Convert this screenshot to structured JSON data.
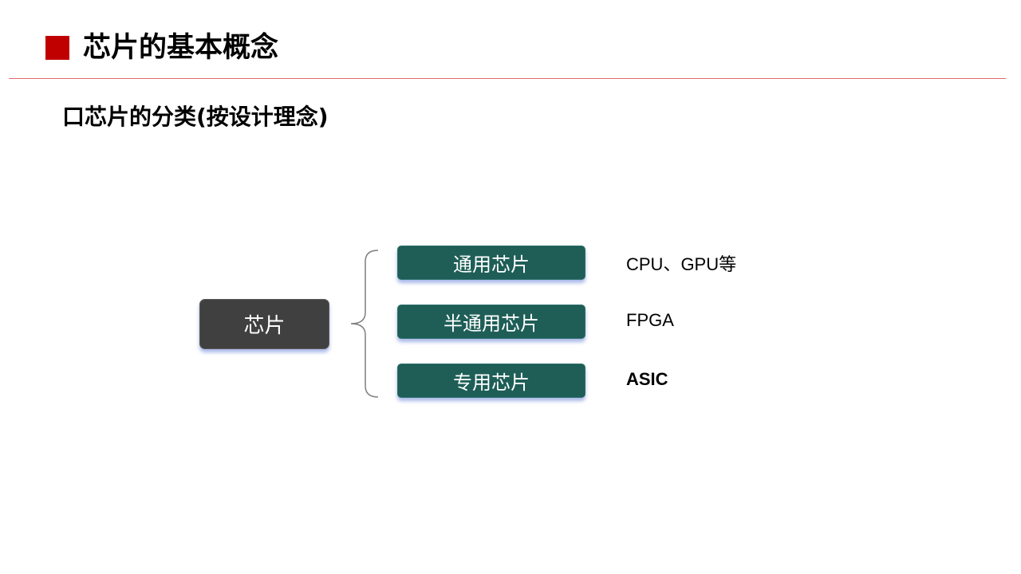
{
  "header": {
    "title": "芯片的基本概念",
    "accent_color": "#c00000"
  },
  "section": {
    "heading": "口芯片的分类(按设计理念)"
  },
  "diagram": {
    "root": {
      "label": "芯片",
      "color": "#404040"
    },
    "branches": [
      {
        "label": "通用芯片",
        "example": "CPU、GPU等"
      },
      {
        "label": "半通用芯片",
        "example": "FPGA"
      },
      {
        "label": "专用芯片",
        "example": "ASIC"
      }
    ],
    "branch_color": "#1e5e57"
  }
}
